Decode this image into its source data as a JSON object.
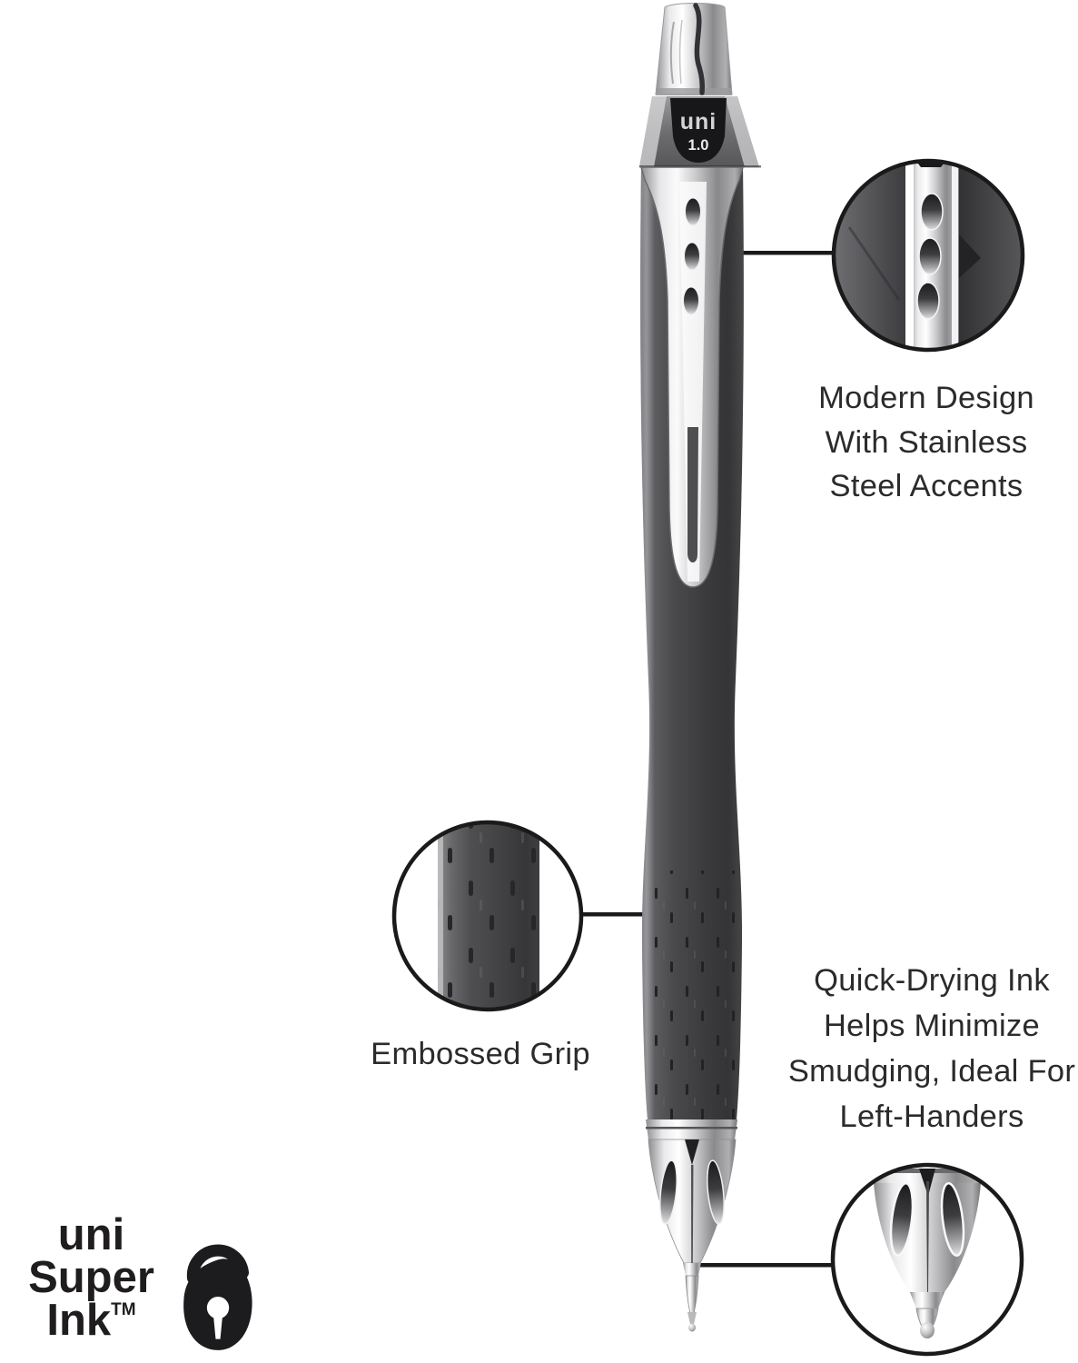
{
  "product": {
    "brand_mark": "uni",
    "point_size": "1.0"
  },
  "annotations": {
    "modern_design": "Modern Design\nWith Stainless\nSteel Accents",
    "embossed_grip": "Embossed Grip",
    "quick_drying": "Quick-Drying Ink\nHelps Minimize\nSmudging, Ideal For\nLeft-Handers"
  },
  "logo": {
    "line1": "uni",
    "line2": "Super",
    "line3": "Ink",
    "trademark": "TM",
    "icon": "padlock-icon"
  },
  "colors": {
    "background": "#ffffff",
    "annotation_text": "#2b2b2b",
    "logo_text": "#201d1e",
    "callout_outline": "#1a1a1a",
    "pen_body": "#3e3e40",
    "chrome": "#e8e8ea"
  }
}
